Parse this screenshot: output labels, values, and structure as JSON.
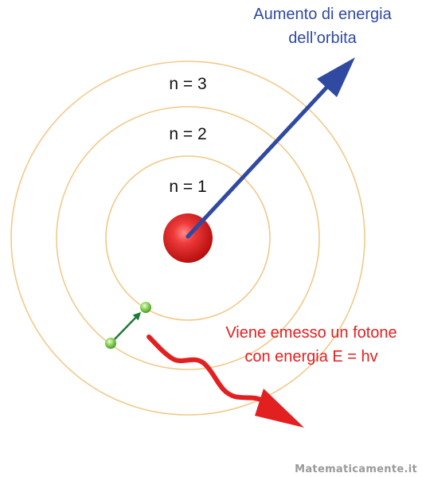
{
  "orbits": [
    {
      "label": "n = 1"
    },
    {
      "label": "n = 2"
    },
    {
      "label": "n = 3"
    }
  ],
  "energy_arrow": {
    "label_line1": "Aumento di energia",
    "label_line2": "dell’orbita"
  },
  "photon": {
    "label_line1": "Viene emesso un fotone",
    "label_line2": "con energia E = hv"
  },
  "watermark": "Matematicamente.it",
  "colors": {
    "orbit": "#f2c98a",
    "nucleus": "#d81f1f",
    "energy_arrow": "#2f4aa0",
    "photon": "#e32020",
    "electron": "#7cc44a",
    "transition_arrow": "#1f7a3a",
    "watermark": "#9a9a9a"
  }
}
